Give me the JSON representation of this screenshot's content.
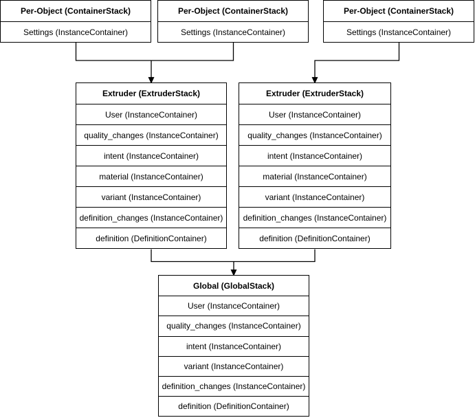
{
  "diagram": {
    "background_color": "#ffffff",
    "line_color": "#000000",
    "text_color": "#000000",
    "nodes": {
      "per_object_1": {
        "title": "Per-Object (ContainerStack)",
        "rows": [
          "Settings (InstanceContainer)"
        ]
      },
      "per_object_2": {
        "title": "Per-Object (ContainerStack)",
        "rows": [
          "Settings (InstanceContainer)"
        ]
      },
      "per_object_3": {
        "title": "Per-Object (ContainerStack)",
        "rows": [
          "Settings (InstanceContainer)"
        ]
      },
      "extruder_1": {
        "title": "Extruder (ExtruderStack)",
        "rows": [
          "User (InstanceContainer)",
          "quality_changes (InstanceContainer)",
          "intent (InstanceContainer)",
          "material (InstanceContainer)",
          "variant (InstanceContainer)",
          "definition_changes (InstanceContainer)",
          "definition (DefinitionContainer)"
        ]
      },
      "extruder_2": {
        "title": "Extruder (ExtruderStack)",
        "rows": [
          "User (InstanceContainer)",
          "quality_changes (InstanceContainer)",
          "intent (InstanceContainer)",
          "material (InstanceContainer)",
          "variant (InstanceContainer)",
          "definition_changes (InstanceContainer)",
          "definition (DefinitionContainer)"
        ]
      },
      "global": {
        "title": "Global (GlobalStack)",
        "rows": [
          "User (InstanceContainer)",
          "quality_changes (InstanceContainer)",
          "intent (InstanceContainer)",
          "variant (InstanceContainer)",
          "definition_changes (InstanceContainer)",
          "definition (DefinitionContainer)"
        ]
      }
    }
  }
}
